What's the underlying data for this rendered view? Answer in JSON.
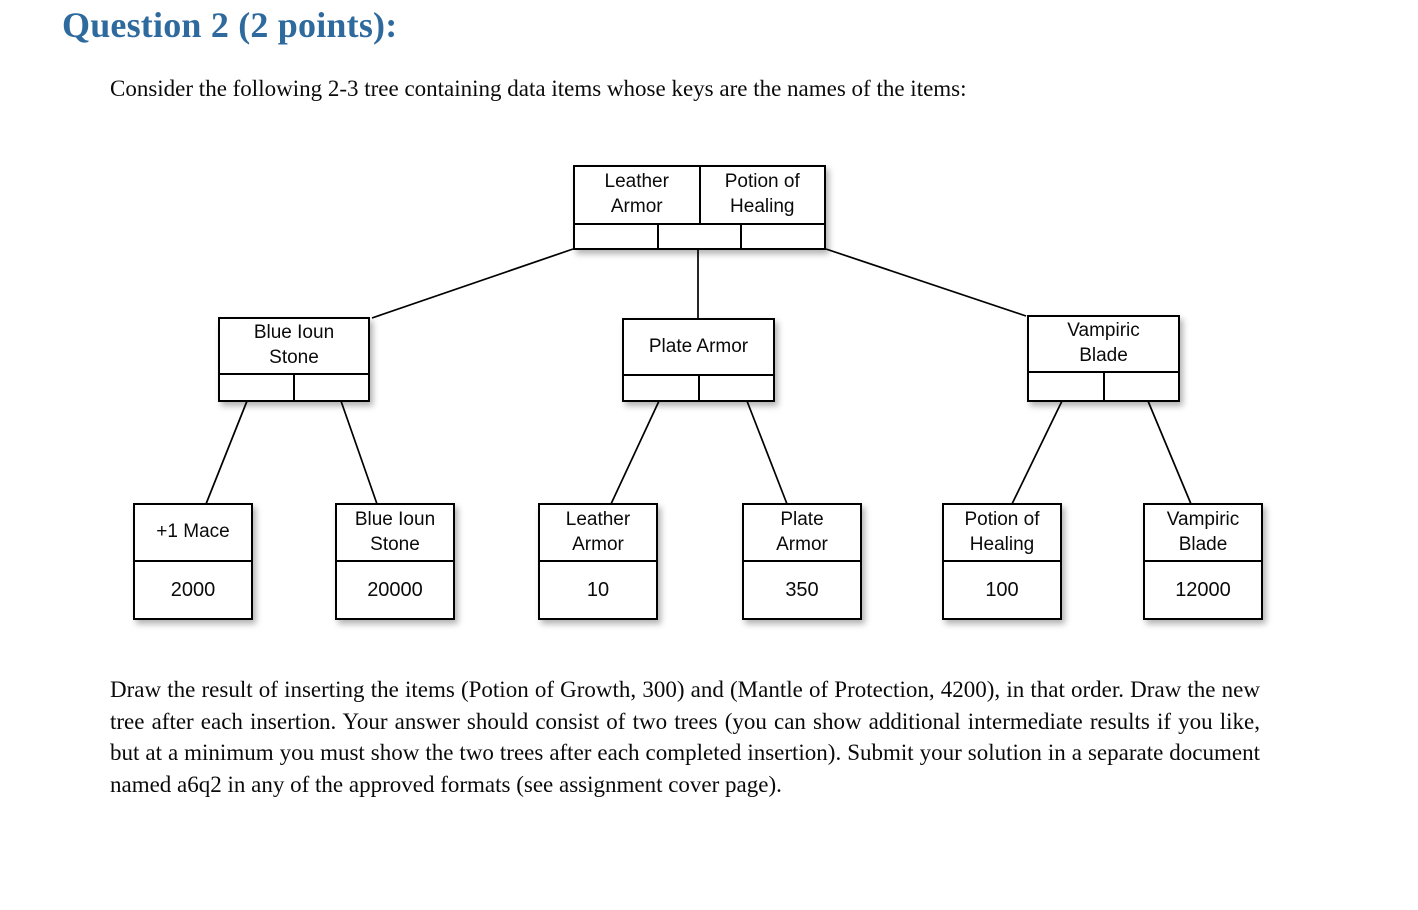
{
  "doc": {
    "title": "Question 2 (2 points):",
    "title_color": "#2e6a9d",
    "intro": "Consider the following 2-3 tree containing data items whose keys are the names of the items:",
    "instructions": "Draw the result of inserting the items (Potion of Growth, 300) and (Mantle of Protection, 4200), in that order.  Draw the new tree after each insertion.  Your answer should consist of two trees (you can show additional intermediate results if you like, but at a minimum you must show the two trees after each completed insertion).  Submit your solution in a separate document named a6q2 in any of the approved formats (see assignment cover page)."
  },
  "tree": {
    "type": "2-3 tree",
    "root": {
      "keys": [
        "Leather\nArmor",
        "Potion of\nHealing"
      ]
    },
    "subtrees": [
      {
        "key": "Blue Ioun\nStone",
        "leaves": [
          {
            "name": "+1 Mace",
            "value": "2000"
          },
          {
            "name": "Blue Ioun\nStone",
            "value": "20000"
          }
        ]
      },
      {
        "key": "Plate Armor",
        "leaves": [
          {
            "name": "Leather\nArmor",
            "value": "10"
          },
          {
            "name": "Plate\nArmor",
            "value": "350"
          }
        ]
      },
      {
        "key": "Vampiric\nBlade",
        "leaves": [
          {
            "name": "Potion of\nHealing",
            "value": "100"
          },
          {
            "name": "Vampiric\nBlade",
            "value": "12000"
          }
        ]
      }
    ]
  }
}
